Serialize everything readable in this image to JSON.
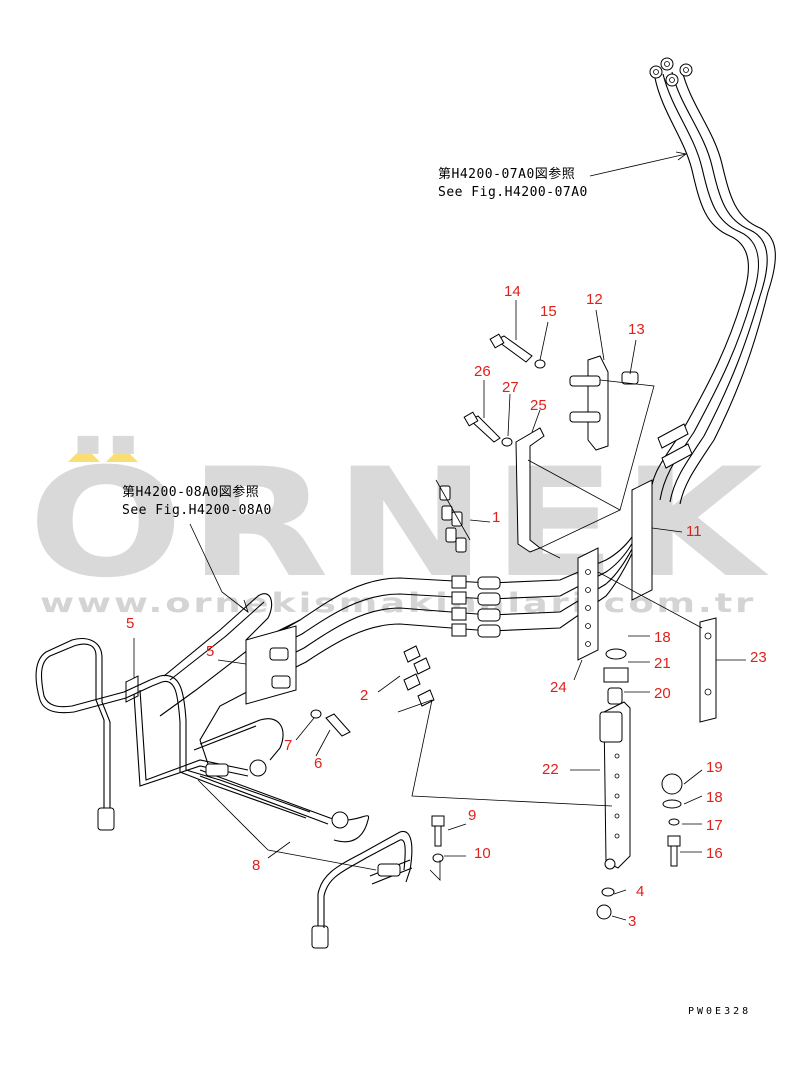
{
  "watermark": {
    "brand": "ÖRNEK",
    "site": "www.ornekismakinalari.com.tr"
  },
  "references": [
    {
      "jp": "第H4200-07A0図参照",
      "en": "See Fig.H4200-07A0"
    },
    {
      "jp": "第H4200-08A0図参照",
      "en": "See Fig.H4200-08A0"
    }
  ],
  "callouts": [
    "1",
    "2",
    "3",
    "4",
    "5",
    "5",
    "6",
    "7",
    "8",
    "9",
    "10",
    "11",
    "12",
    "13",
    "14",
    "15",
    "16",
    "17",
    "18",
    "18",
    "19",
    "20",
    "21",
    "22",
    "23",
    "24",
    "25",
    "26",
    "27"
  ],
  "drawing_code": "PW0E328",
  "colors": {
    "callout": "#e0201a",
    "watermark": "#d9d9d9",
    "accent": "#f2c200"
  }
}
